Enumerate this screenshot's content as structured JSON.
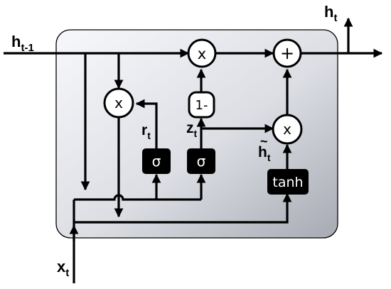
{
  "labels": {
    "h_prev": "h",
    "h_prev_sub": "t-1",
    "h_out": "h",
    "h_out_sub": "t",
    "x_in": "x",
    "x_in_sub": "t",
    "r_gate": "r",
    "r_gate_sub": "t",
    "z_gate": "z",
    "z_gate_sub": "t",
    "h_cand": "h",
    "h_cand_tilde": "~",
    "h_cand_sub": "t"
  },
  "ops": {
    "mult_top": "x",
    "add": "+",
    "mult_reset": "x",
    "one_minus": "1-",
    "mult_update": "x",
    "sigma_r": "σ",
    "sigma_z": "σ",
    "tanh": "tanh"
  }
}
